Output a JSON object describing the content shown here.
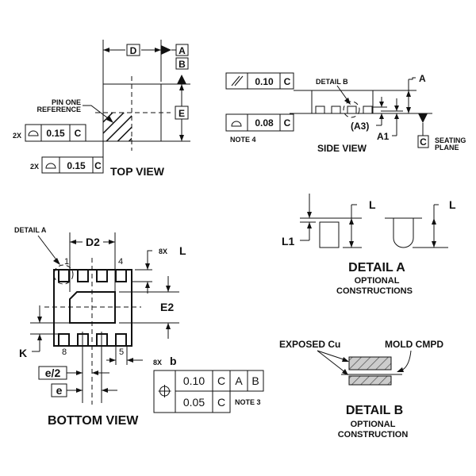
{
  "top_view": {
    "title": "TOP VIEW",
    "dim_d": "D",
    "dim_e": "E",
    "datum_a": "A",
    "datum_b": "B",
    "pin_one_1": "PIN ONE",
    "pin_one_2": "REFERENCE",
    "fcf1": {
      "count": "2X",
      "value": "0.15",
      "datum": "C"
    },
    "fcf2": {
      "count": "2X",
      "value": "0.15",
      "datum": "C"
    }
  },
  "side_view": {
    "title": "SIDE VIEW",
    "detail_b": "DETAIL B",
    "dim_a": "A",
    "dim_a3": "(A3)",
    "dim_a1": "A1",
    "datum_c": "C",
    "seating_1": "SEATING",
    "seating_2": "PLANE",
    "note": "NOTE 4",
    "fcf_parallel": {
      "value": "0.10",
      "datum": "C"
    },
    "fcf_profile": {
      "value": "0.08",
      "datum": "C"
    }
  },
  "bottom_view": {
    "title": "BOTTOM VIEW",
    "detail_a": "DETAIL A",
    "dim_d2": "D2",
    "dim_e2": "E2",
    "dim_k": "K",
    "dim_l_count": "8X",
    "dim_l": "L",
    "dim_b_count": "8X",
    "dim_b": "b",
    "dim_e_half": "e/2",
    "dim_e": "e",
    "pins": {
      "p1": "1",
      "p4": "4",
      "p5": "5",
      "p8": "8"
    },
    "fcf": {
      "row1": {
        "value": "0.10",
        "datum1": "C",
        "datum2": "A",
        "datum3": "B"
      },
      "row2": {
        "value": "0.05",
        "datum": "C",
        "note": "NOTE 3"
      }
    }
  },
  "detail_a": {
    "title": "DETAIL A",
    "subtitle1": "OPTIONAL",
    "subtitle2": "CONSTRUCTIONS",
    "dim_l": "L",
    "dim_l1": "L1",
    "dim_l_b": "L"
  },
  "detail_b": {
    "title": "DETAIL B",
    "subtitle1": "OPTIONAL",
    "subtitle2": "CONSTRUCTION",
    "exposed": "EXPOSED Cu",
    "mold": "MOLD CMPD"
  }
}
